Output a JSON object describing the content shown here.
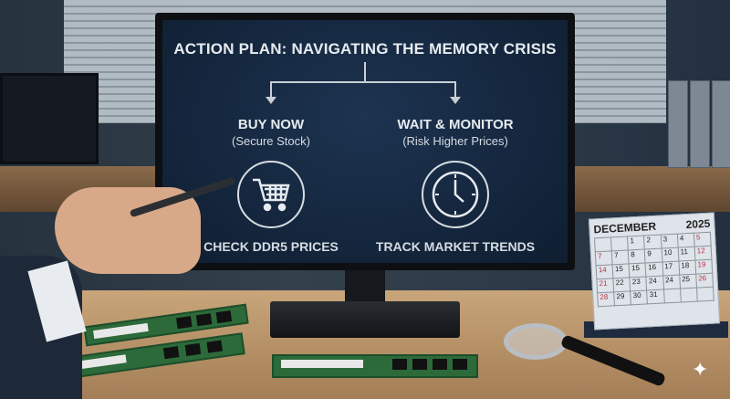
{
  "screen": {
    "title": "ACTION PLAN: NAVIGATING THE MEMORY CRISIS",
    "options": [
      {
        "heading": "BUY NOW",
        "sub": "(Secure Stock)",
        "icon": "shopping-cart-icon",
        "action": "CHECK DDR5 PRICES"
      },
      {
        "heading": "WAIT & MONITOR",
        "sub": "(Risk Higher Prices)",
        "icon": "clock-icon",
        "action": "TRACK MARKET TRENDS"
      }
    ]
  },
  "calendar": {
    "month": "DECEMBER",
    "year": "2025",
    "rows": [
      [
        "",
        "",
        "1",
        "2",
        "3",
        "4",
        "5"
      ],
      [
        "7",
        "7",
        "8",
        "9",
        "10",
        "11",
        "12"
      ],
      [
        "14",
        "15",
        "15",
        "16",
        "17",
        "18",
        "19"
      ],
      [
        "21",
        "22",
        "23",
        "24",
        "24",
        "25",
        "26"
      ],
      [
        "28",
        "29",
        "30",
        "31",
        "",
        "",
        ""
      ]
    ]
  },
  "colors": {
    "screen_bg": "#1d3350",
    "accent_red": "#c0313d"
  }
}
